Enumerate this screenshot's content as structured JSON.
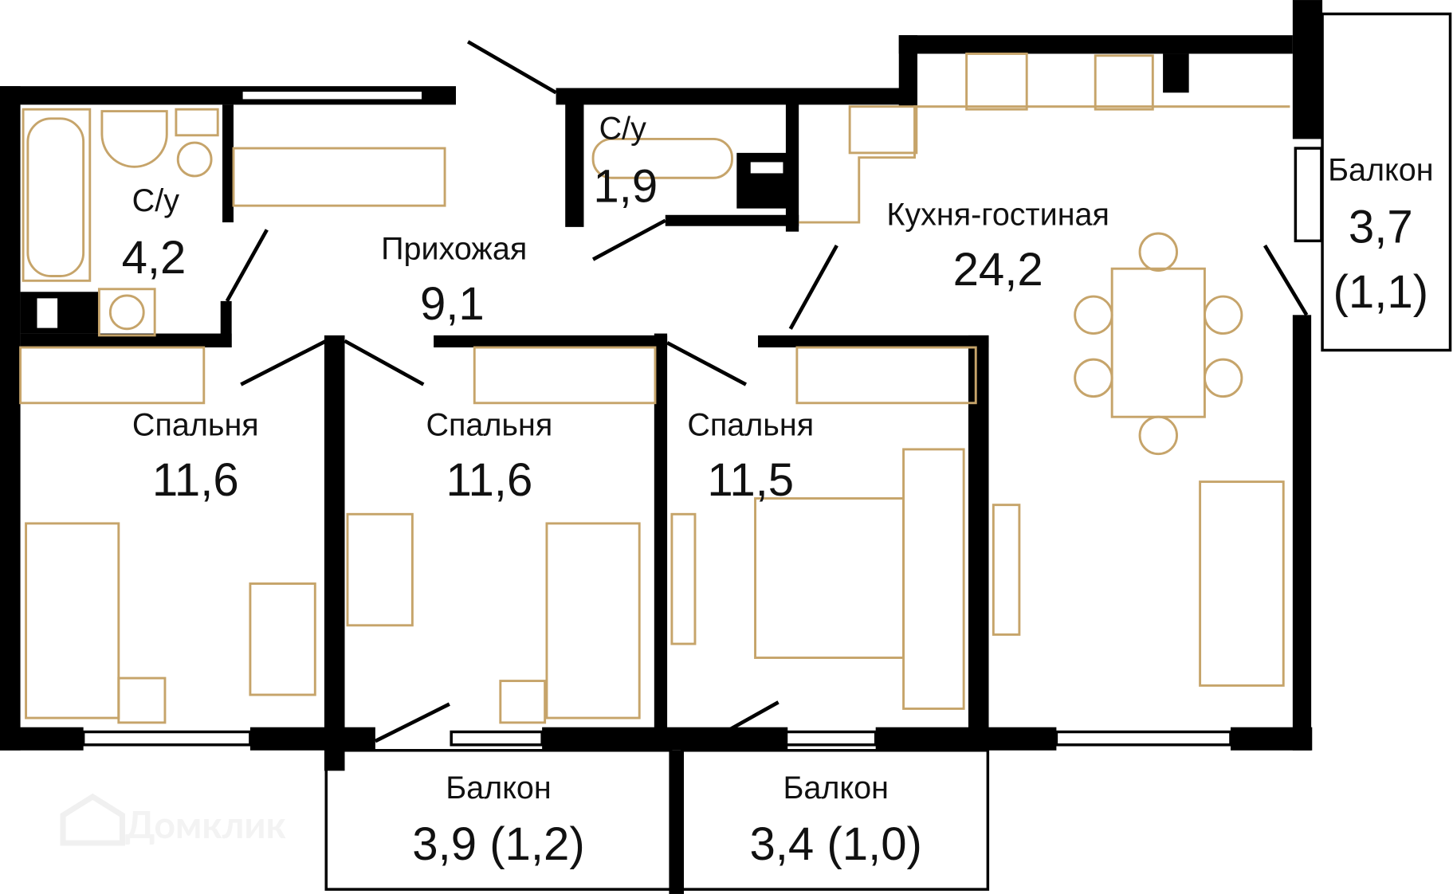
{
  "watermark": "Домклик",
  "colors": {
    "walls": "#000000",
    "furniture": "#c6a46a",
    "background": "#ffffff"
  },
  "rooms": [
    {
      "id": "bath-1",
      "name": "С/у",
      "area": "4,2"
    },
    {
      "id": "bath-2",
      "name": "С/у",
      "area": "1,9"
    },
    {
      "id": "hall",
      "name": "Прихожая",
      "area": "9,1"
    },
    {
      "id": "kitchen",
      "name": "Кухня-гостиная",
      "area": "24,2"
    },
    {
      "id": "balcony-right",
      "name": "Балкон",
      "area": "3,7",
      "area_reduced": "(1,1)"
    },
    {
      "id": "bedroom-1",
      "name": "Спальня",
      "area": "11,6"
    },
    {
      "id": "bedroom-2",
      "name": "Спальня",
      "area": "11,6"
    },
    {
      "id": "bedroom-3",
      "name": "Спальня",
      "area": "11,5"
    },
    {
      "id": "balcony-1",
      "name": "Балкон",
      "area": "3,9 (1,2)"
    },
    {
      "id": "balcony-2",
      "name": "Балкон",
      "area": "3,4 (1,0)"
    }
  ]
}
